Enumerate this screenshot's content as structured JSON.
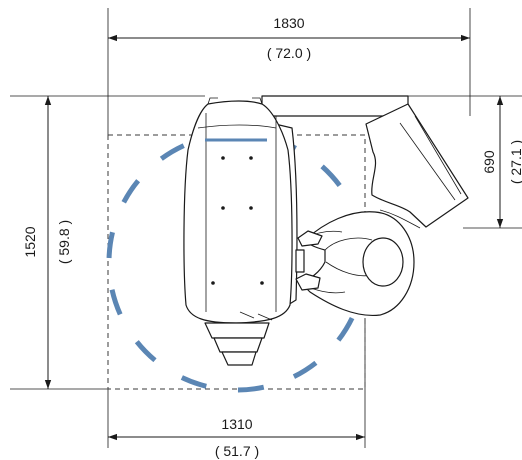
{
  "dimensions": {
    "top": {
      "value": "1830",
      "imperial": "( 72.0 )"
    },
    "left": {
      "value": "1520",
      "imperial": "( 59.8 )"
    },
    "right": {
      "value": "690",
      "imperial": "( 27.1 )"
    },
    "bottom": {
      "value": "1310",
      "imperial": "( 51.7 )"
    }
  },
  "colors": {
    "circle": "#5b86b4",
    "line": "#1a1a1a"
  }
}
